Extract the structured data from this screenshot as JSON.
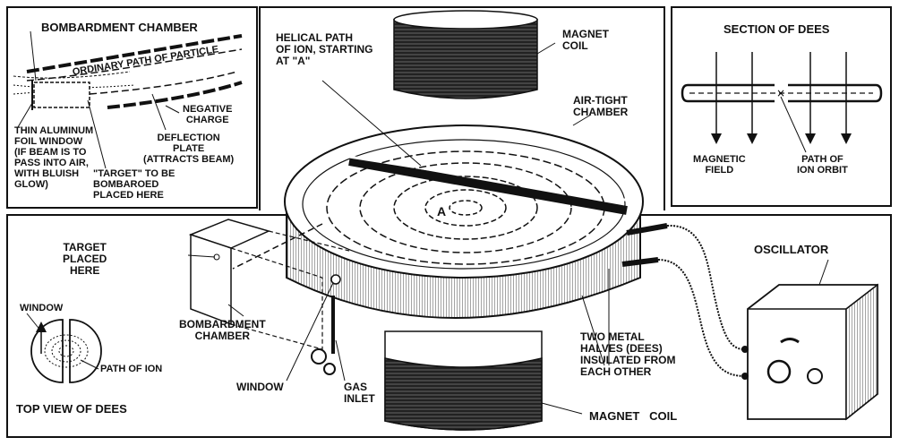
{
  "labels": {
    "bombardment_chamber_top": "BOMBARDMENT CHAMBER",
    "ordinary_path": "ORDINARY PATH OF PARTICLE",
    "negative_charge": "NEGATIVE\nCHARGE",
    "deflection_plate": "DEFLECTION\nPLATE\n(ATTRACTS BEAM)",
    "foil_window": "THIN ALUMINUM\nFOIL WINDOW\n(IF BEAM IS TO\nPASS INTO AIR,\nWITH BLUISH\nGLOW)",
    "target_bombarded": "\"TARGET\" TO BE\nBOMBAROED\nPLACED HERE",
    "helical_path": "HELICAL PATH\nOF ION, STARTING\nAT \"A\"",
    "magnet_coil_top": "MAGNET\nCOIL",
    "air_tight_chamber": "AIR-TIGHT\nCHAMBER",
    "point_a": "A",
    "section_of_dees": "SECTION OF DEES",
    "magnetic_field": "MAGNETIC\nFIELD",
    "path_of_ion_orbit": "PATH OF\nION ORBIT",
    "target_placed_here": "TARGET\nPLACED\nHERE",
    "window_left": "WINDOW",
    "path_of_ion": "PATH OF ION",
    "top_view_of_dees": "TOP VIEW OF DEES",
    "bombardment_chamber_mid": "BOMBARDMENT\nCHAMBER",
    "window_bottom": "WINDOW",
    "gas_inlet": "GAS\nINLET",
    "two_metal_halves": "TWO METAL\nHALVES (DEES)\nINSULATED FROM\nEACH OTHER",
    "oscillator": "OSCILLATOR",
    "magnet_coil_bottom": "MAGNET   COIL"
  },
  "colors": {
    "ink": "#111111",
    "paper": "#ffffff"
  }
}
